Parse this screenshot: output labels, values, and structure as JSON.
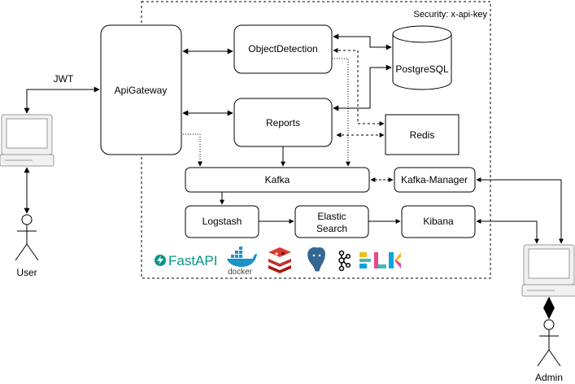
{
  "security_label": "Security: x-api-key",
  "jwt_label": "JWT",
  "actors": {
    "user": "User",
    "admin": "Admin"
  },
  "nodes": {
    "api_gateway": "ApiGateway",
    "object_detection": "ObjectDetection",
    "reports": "Reports",
    "postgres": "PostgreSQL",
    "redis": "Redis",
    "kafka": "Kafka",
    "kafka_manager": "Kafka-Manager",
    "logstash": "Logstash",
    "elastic_line1": "Elastic",
    "elastic_line2": "Search",
    "kibana": "Kibana"
  },
  "logos": {
    "fastapi": "FastAPI",
    "docker": "docker"
  },
  "colors": {
    "fastapi": "#059487",
    "docker": "#1d91c9",
    "redis": "#c0302b",
    "postgres": "#336791",
    "elk_yellow": "#f0bf1a",
    "elk_teal": "#3ebeb0",
    "elk_pink": "#e8478b",
    "elk_blue": "#07a5de"
  }
}
